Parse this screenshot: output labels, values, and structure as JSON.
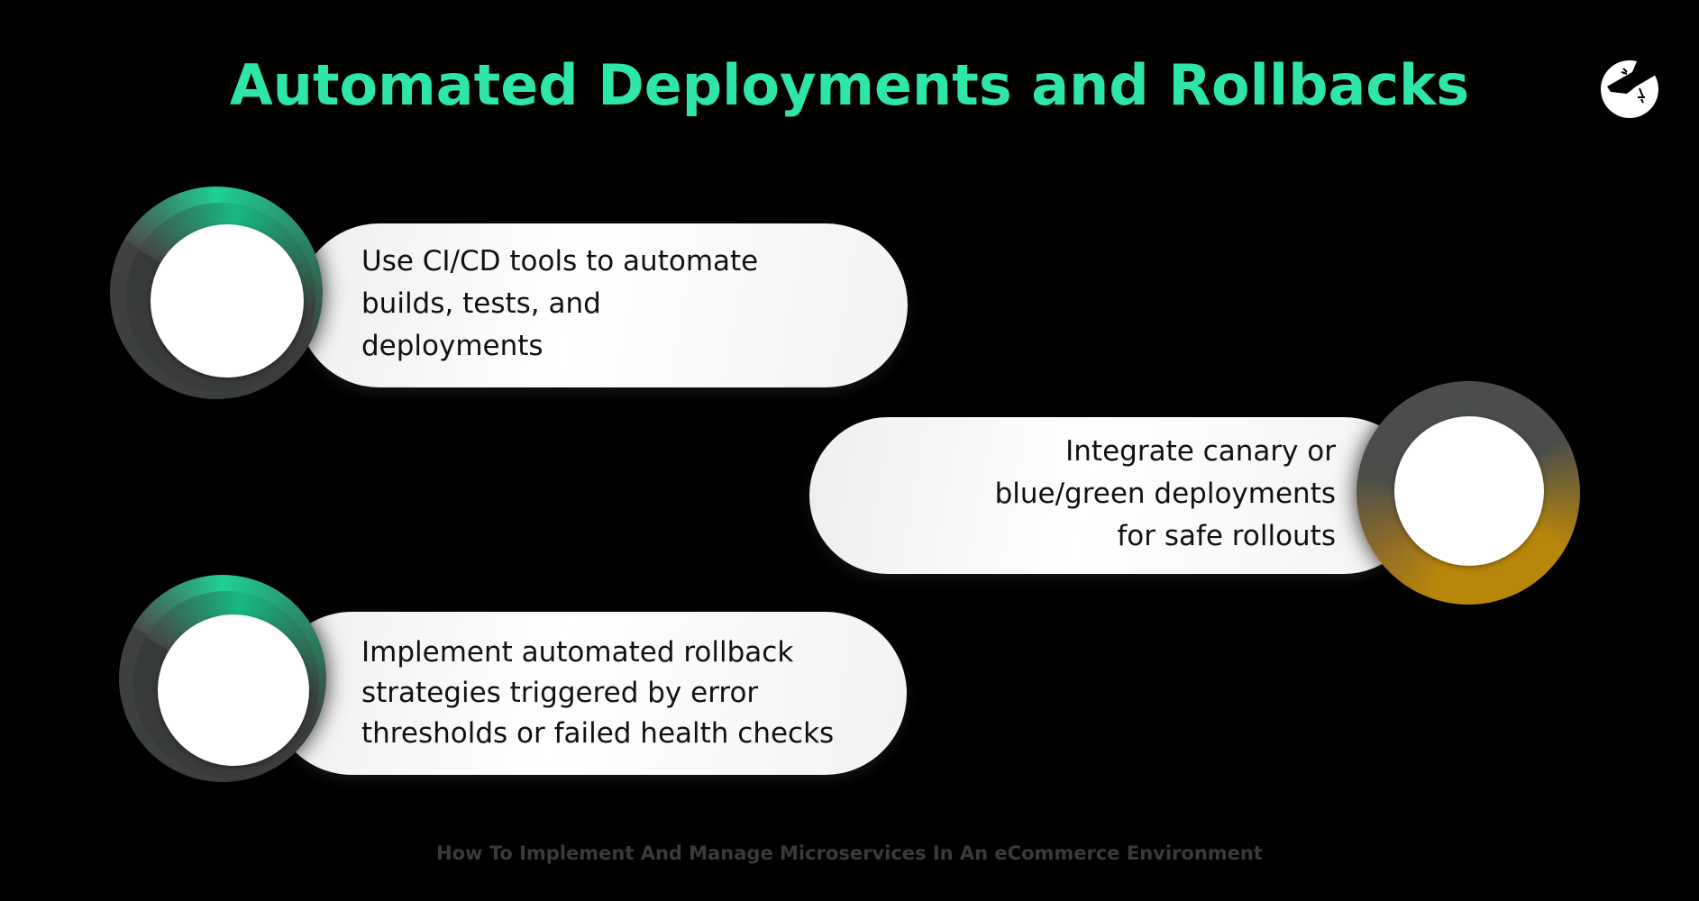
{
  "header": {
    "title": "Automated Deployments and Rollbacks",
    "logo_icon": "gecko-logo-icon"
  },
  "items": [
    {
      "lines": [
        "Use CI/CD tools to automate",
        "builds, tests, and",
        "deployments"
      ],
      "accent": "#1fcf94"
    },
    {
      "lines": [
        "Integrate canary or",
        "blue/green deployments",
        "for safe rollouts"
      ],
      "accent": "#b8860b"
    },
    {
      "lines": [
        "Implement automated rollback",
        "strategies triggered by error",
        "thresholds or failed health checks"
      ],
      "accent": "#1fcf94"
    }
  ],
  "footer": {
    "text": "How To Implement And Manage Microservices In An eCommerce Environment"
  },
  "colors": {
    "title": "#2ee6a6",
    "background": "#000000",
    "ring_dark": "#4a4d4a"
  }
}
